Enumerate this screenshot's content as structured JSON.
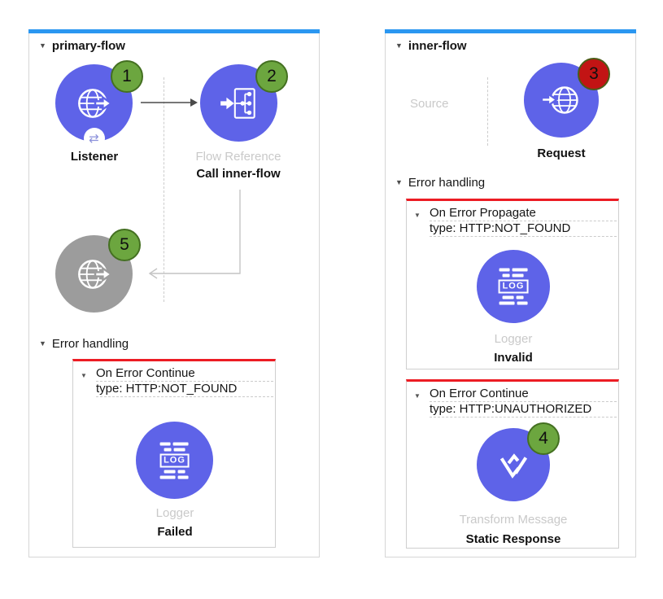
{
  "left_flow": {
    "title": "primary-flow",
    "error_section_label": "Error handling",
    "listener": {
      "name": "Listener",
      "badge": "1"
    },
    "flow_ref": {
      "type_label": "Flow Reference",
      "name": "Call inner-flow",
      "badge": "2"
    },
    "disabled_listener": {
      "badge": "5"
    },
    "handler": {
      "title": "On Error Continue",
      "type_line": "type: HTTP:NOT_FOUND",
      "node_type_label": "Logger",
      "node_name": "Failed"
    }
  },
  "right_flow": {
    "title": "inner-flow",
    "source_label": "Source",
    "error_section_label": "Error handling",
    "request": {
      "name": "Request",
      "badge": "3"
    },
    "handlers": [
      {
        "title": "On Error Propagate",
        "type_line": "type: HTTP:NOT_FOUND",
        "node_type_label": "Logger",
        "node_name": "Invalid"
      },
      {
        "title": "On Error Continue",
        "type_line": "type: HTTP:UNAUTHORIZED",
        "node_type_label": "Transform Message",
        "node_name": "Static Response",
        "badge": "4"
      }
    ]
  },
  "icons": {
    "logger_text": "LOG",
    "exchange_glyph": "⇄",
    "collapse_glyph": "▼"
  },
  "colors": {
    "node_blue": "#5e63e8",
    "node_gray": "#9c9c9c",
    "badge_green": "#6ca63f",
    "badge_red": "#c21414",
    "badge_border": "#447021",
    "error_red": "#ec1c24",
    "flow_bar_blue": "#2b97f1"
  }
}
